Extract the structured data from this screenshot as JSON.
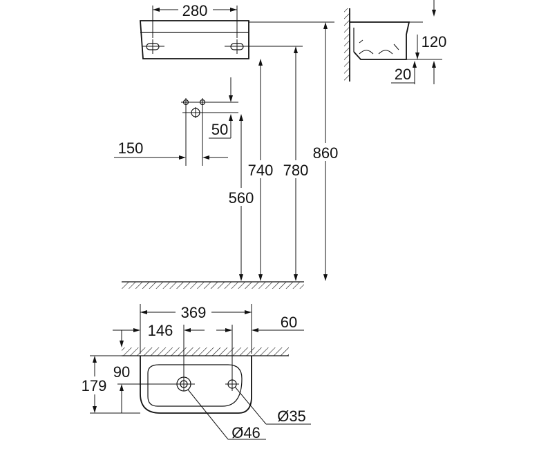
{
  "dimensions": {
    "front_width": "280",
    "side_height": "120",
    "side_offset": "20",
    "hole_spacing": "50",
    "hole_offset": "150",
    "height_740": "740",
    "height_780": "780",
    "height_860": "860",
    "height_560": "560",
    "plan_width": "369",
    "plan_146": "146",
    "plan_60": "60",
    "plan_90": "90",
    "plan_depth": "179",
    "drain_diameter": "Ø35",
    "tap_diameter": "Ø46"
  }
}
